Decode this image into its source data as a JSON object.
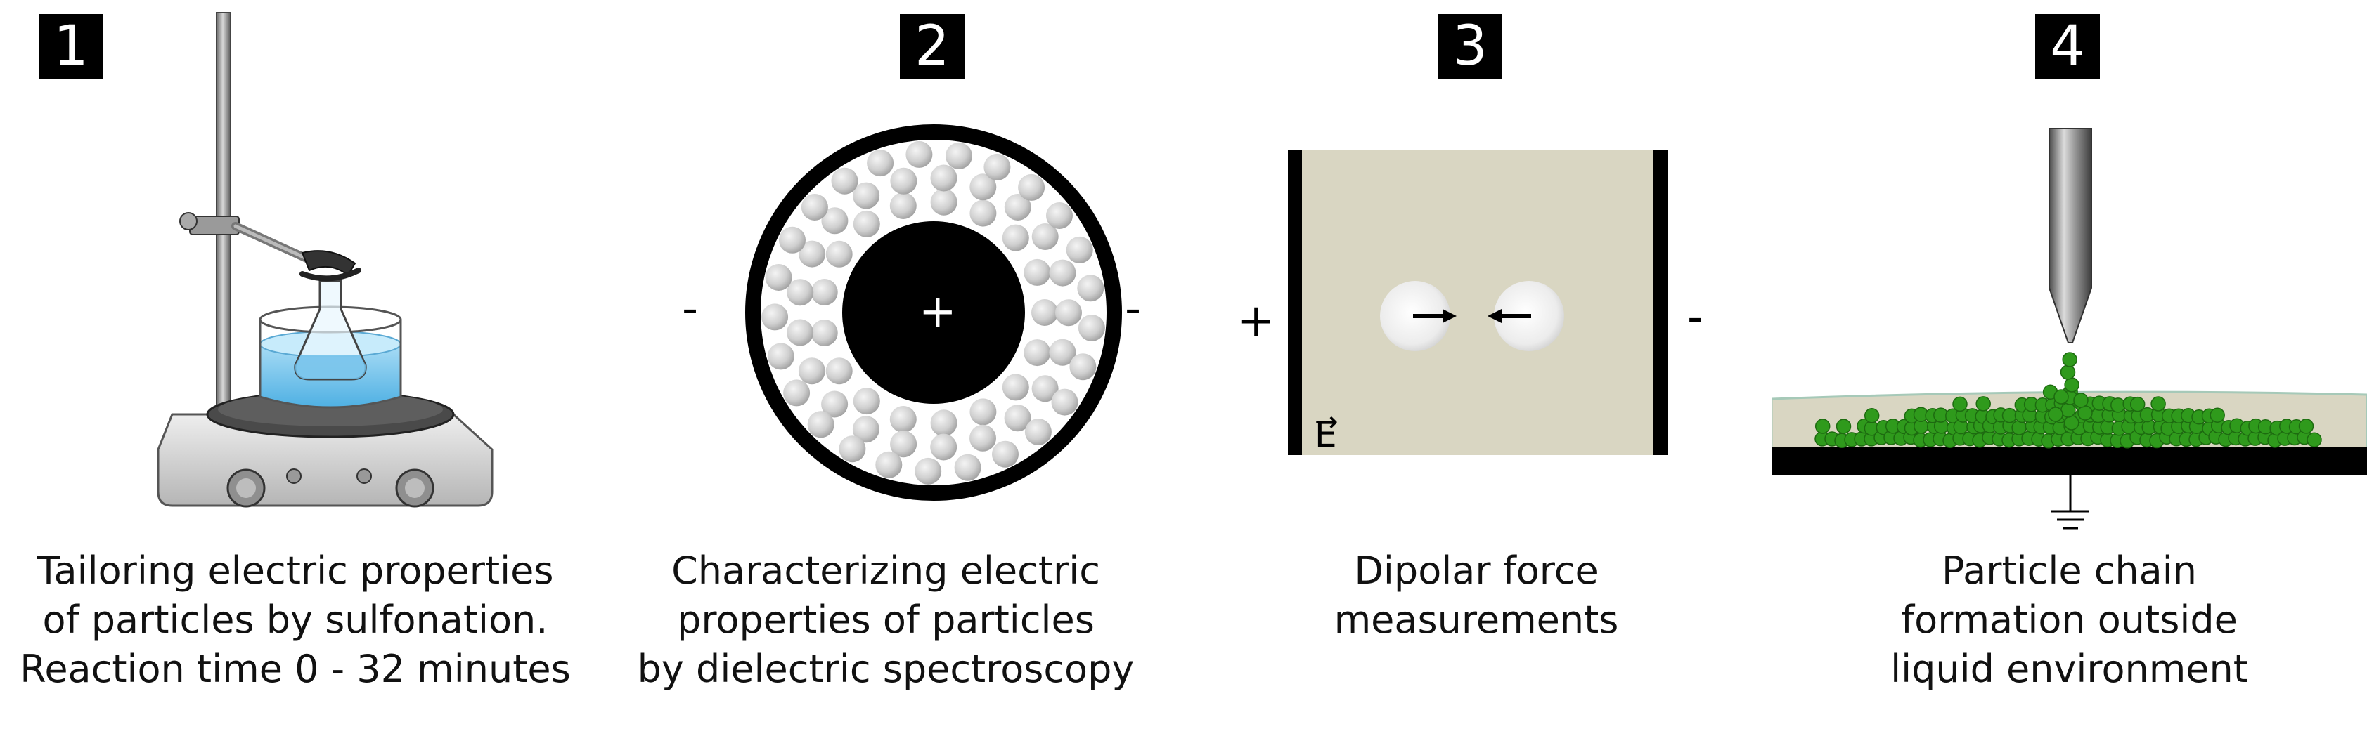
{
  "steps": [
    {
      "number": "1",
      "caption": [
        "Tailoring electric properties",
        "of particles by sulfonation.",
        "Reaction time 0 - 32 minutes"
      ]
    },
    {
      "number": "2",
      "caption": [
        "Characterizing electric",
        "properties of particles",
        "by dielectric spectroscopy"
      ],
      "signs": {
        "left": "-",
        "center": "+",
        "right": "-"
      }
    },
    {
      "number": "3",
      "caption": [
        "Dipolar force",
        "measurements"
      ],
      "signs": {
        "left": "+",
        "right": "-"
      },
      "field_label": "E"
    },
    {
      "number": "4",
      "caption": [
        "Particle chain",
        "formation outside",
        "liquid environment"
      ]
    }
  ],
  "colors": {
    "particle_green": "#2f9a1c",
    "chamber_beige": "#d9d6c2",
    "liquid_blue": "#7ec8ee",
    "sphere_grey": "#d4d4d4"
  }
}
